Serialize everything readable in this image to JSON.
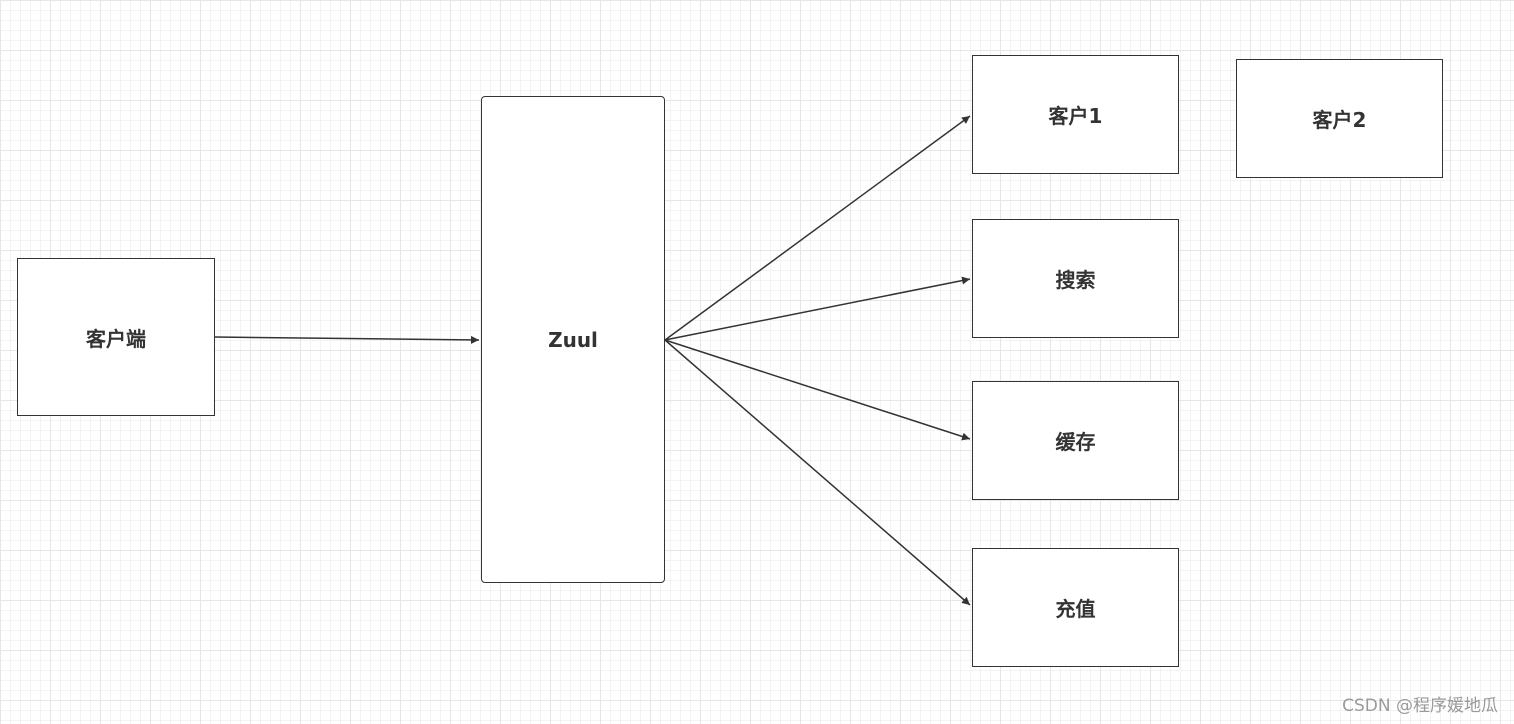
{
  "nodes": {
    "client": "客户端",
    "zuul": "Zuul",
    "customer1": "客户1",
    "customer2": "客户2",
    "search": "搜索",
    "cache": "缓存",
    "recharge": "充值"
  },
  "colors": {
    "stroke": "#333333",
    "text": "#333333",
    "grid_major": "#e6e6e6",
    "grid_minor": "#f3f3f3",
    "watermark": "#9a9a9a"
  },
  "watermark": "CSDN @程序媛地瓜"
}
